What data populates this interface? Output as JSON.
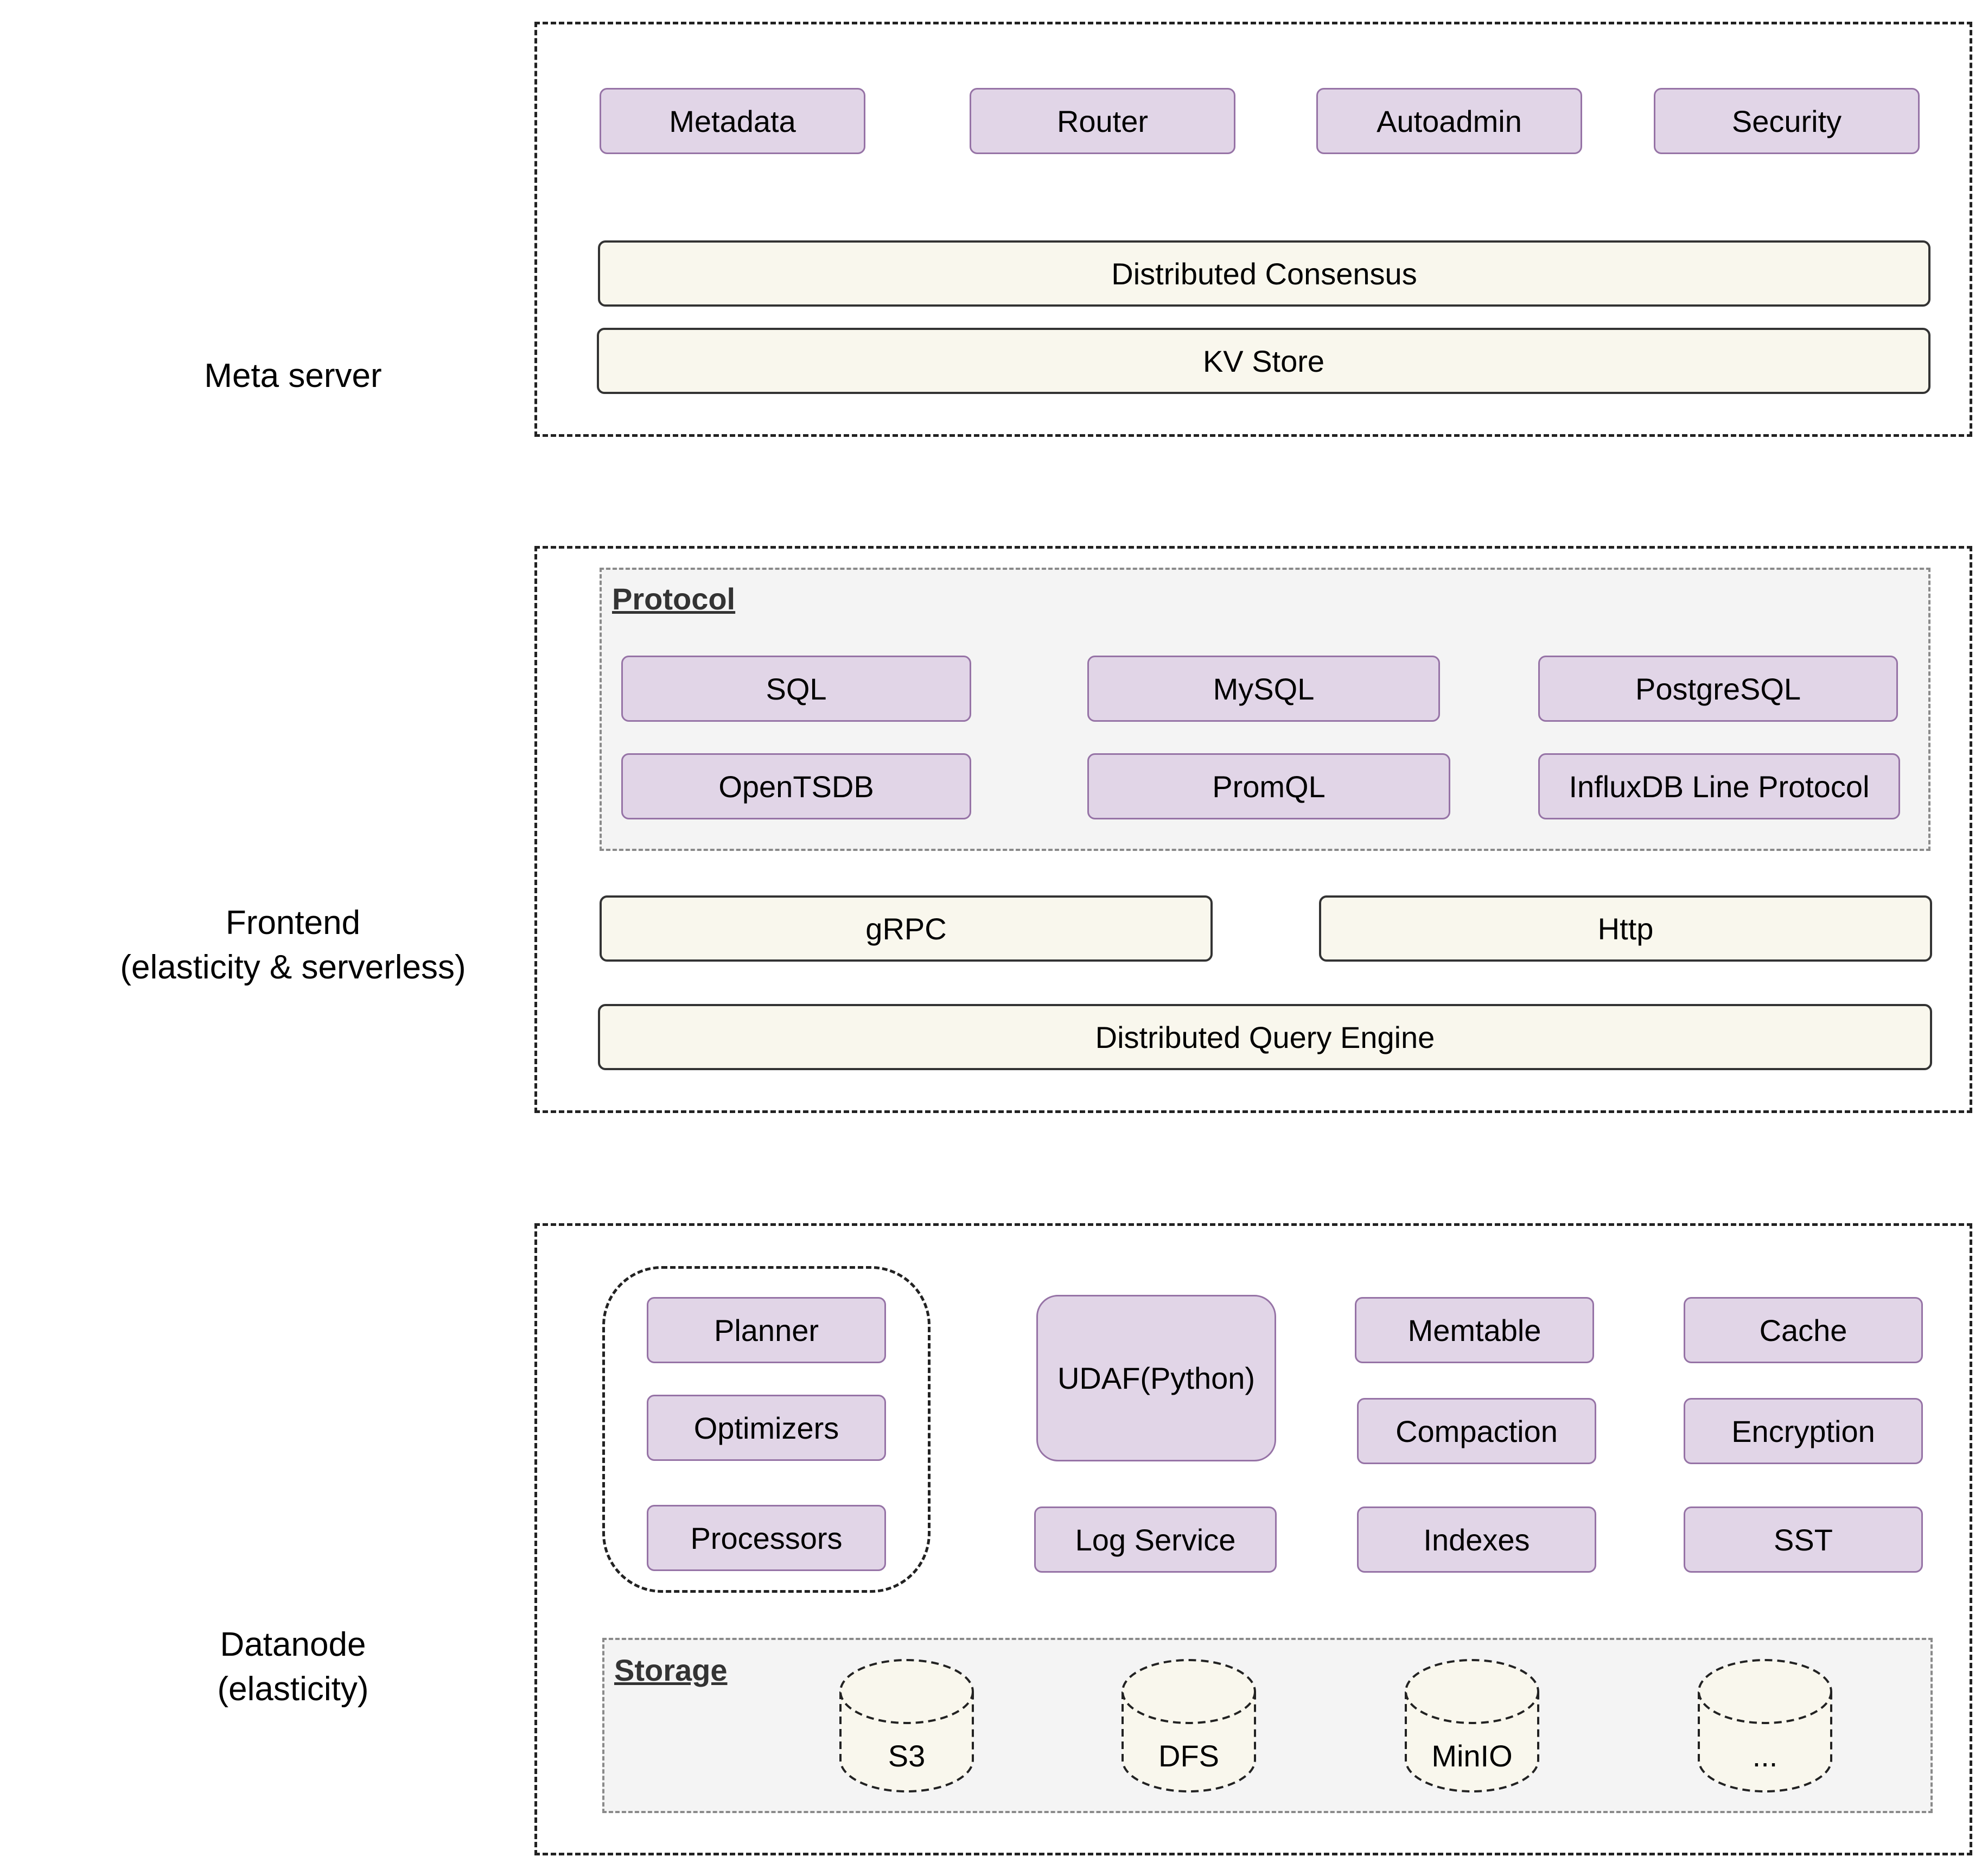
{
  "labels": {
    "meta": [
      "Meta server"
    ],
    "frontend": [
      "Frontend",
      "(elasticity & serverless)"
    ],
    "datanode": [
      "Datanode",
      "(elasticity)"
    ]
  },
  "meta": {
    "boxes": [
      "Metadata",
      "Router",
      "Autoadmin",
      "Security"
    ],
    "consensus": "Distributed Consensus",
    "kv": "KV Store"
  },
  "frontend": {
    "protocol_title": "Protocol",
    "protocols": [
      "SQL",
      "MySQL",
      "PostgreSQL",
      "OpenTSDB",
      "PromQL",
      "InfluxDB Line Protocol"
    ],
    "grpc": "gRPC",
    "http": "Http",
    "query_engine": "Distributed Query Engine"
  },
  "datanode": {
    "query": [
      "Planner",
      "Optimizers",
      "Processors"
    ],
    "udaf": "UDAF(Python)",
    "log_service": "Log Service",
    "memtable": "Memtable",
    "compaction": "Compaction",
    "indexes": "Indexes",
    "cache": "Cache",
    "encryption": "Encryption",
    "sst": "SST",
    "storage_title": "Storage",
    "storage": [
      "S3",
      "DFS",
      "MinIO",
      "..."
    ]
  },
  "colors": {
    "component_fill": "#e1d5e7",
    "component_border": "#9673a6",
    "infra_fill": "#f9f7ed",
    "group_fill": "#f4f4f4"
  }
}
